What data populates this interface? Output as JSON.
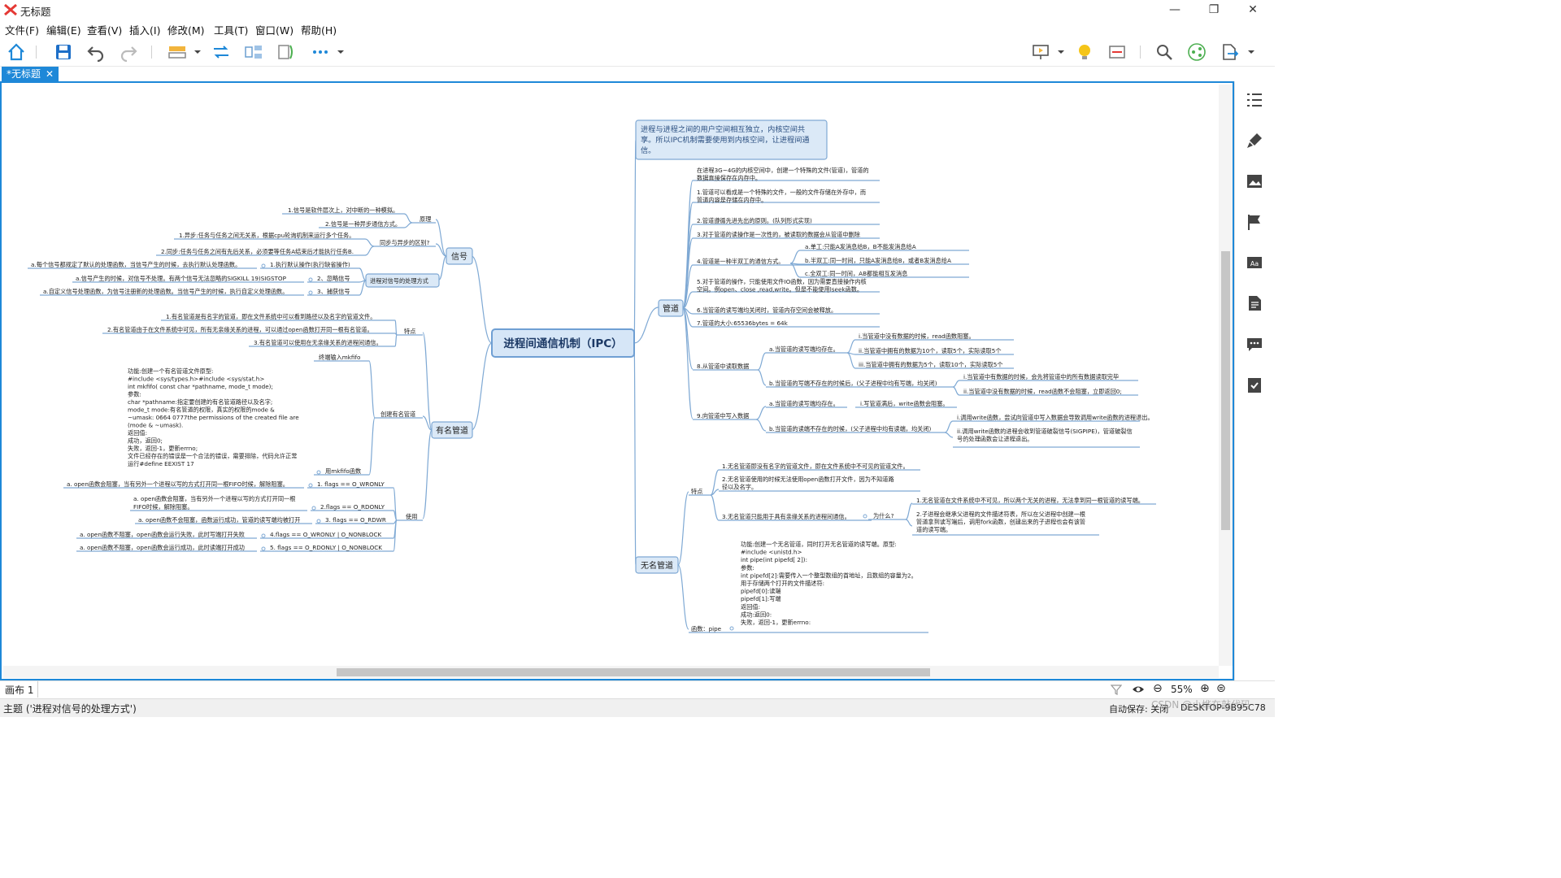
{
  "window": {
    "title": "无标题",
    "minimize": "—",
    "maximize": "❐",
    "close": "✕"
  },
  "menu": [
    "文件(F)",
    "编辑(E)",
    "查看(V)",
    "插入(I)",
    "修改(M)",
    "工具(T)",
    "窗口(W)",
    "帮助(H)"
  ],
  "tab": {
    "label": "*无标题",
    "close": "✕"
  },
  "colors": {
    "accent": "#1e88d8",
    "node_fill": "#dbe9f7",
    "node_border": "#7fa9d4",
    "line": "#7fa9d4",
    "text": "#222222"
  },
  "mindmap": {
    "root": "进程间通信机制（IPC）",
    "note": [
      "进程与进程之间的用户空间相互独立，内核空间共",
      "享。所以IPC机制需要使用到内核空间，让进程间通",
      "信。"
    ],
    "signal": {
      "label": "信号",
      "principle_label": "原理",
      "principle": [
        "1.信号是软件层次上，对中断的一种模拟。",
        "2.信号是一种异步通信方式。"
      ],
      "sync_label": "同步与异步的区别?",
      "sync": [
        "1.异步:任务与任务之间无关系，根据cpu轮询机制来运行多个任务。",
        "2.同步:任务与任务之间有先后关系，必须要等任务A结束后才能执行任务B."
      ],
      "handling_label": "进程对信号的处理方式",
      "handling": [
        {
          "item": "1.执行默认操作(执行缺省操作)",
          "desc": "a.每个信号都规定了默认的处理函数，当信号产生的时候，去执行默认处理函数。"
        },
        {
          "item": "2、忽略信号",
          "desc": "a.信号产生的时候，对信号不处理。有两个信号无法忽略的SIGKILL 19)SIGSTOP"
        },
        {
          "item": "3、捕获信号",
          "desc": "a.自定义信号处理函数，为信号注册新的处理函数。当信号产生的时候，执行自定义处理函数。"
        }
      ]
    },
    "named_pipe": {
      "label": "有名管道",
      "features_label": "特点",
      "features": [
        "1.有名管道是有名字的管道，即在文件系统中可以看到路径以及名字的管道文件。",
        "2.有名管道由于在文件系统中可见，所有无亲缘关系的进程，可以通过open函数打开同一根有名管道。",
        "3.有名管道可以使用在无亲缘关系的进程间通信。"
      ],
      "create_label": "创建有名管道",
      "terminal": "终端输入mkfifo",
      "mkfifo_label": "用mkfifo函数",
      "mkfifo_desc": [
        "功能:创建一个有名管道文件原型:",
        "#include <sys/types.h>#include <sys/stat.h>",
        "int mkfifo( const char *pathname, mode_t mode);",
        "参数:",
        "char *pathname:指定要创建的有名管道路径以及名字;",
        "mode_t mode:有名管道的权限，真实的权限的mode &",
        "~umask: 0664 0777the permissions of the created file are",
        "(mode & ~umask).",
        "返回值:",
        "成功，返回0;",
        "失败，返回-1，更新errno;",
        "文件已经存在的错误是一个合法的错误，需要排除，代码允许正常",
        "运行#define EEXIST    17"
      ],
      "use_label": "使用",
      "use": [
        {
          "flag": "1. flags == O_WRONLY",
          "desc": "a. open函数会阻塞，当有另外一个进程以写的方式打开同一根FIFO时候，解除阻塞。"
        },
        {
          "flag": "2.flags == O_RDONLY",
          "desc": "a. open函数会阻塞，当有另外一个进程以写的方式打开同一根",
          "desc2": "FIFO时候，解除阻塞。"
        },
        {
          "flag": "3. flags == O_RDWR",
          "desc": "a. open函数不会阻塞，函数运行成功，管道的读写端均被打开"
        },
        {
          "flag": "4.flags == O_WRONLY | O_NONBLOCK",
          "desc": "a. open函数不阻塞，open函数会运行失败，此时写端打开失败"
        },
        {
          "flag": "5. flags == O_RDONLY | O_NONBLOCK",
          "desc": "a. open函数不阻塞，open函数会运行成功，此时读端打开成功"
        }
      ]
    },
    "pipe": {
      "label": "管道",
      "items": [
        [
          "在进程3G~4G的内核空间中，创建一个特殊的文件(管道)，管道的",
          "数据直接保存在内存中。"
        ],
        [
          "1.管道可以看成是一个特殊的文件，一般的文件存储在外存中，而",
          "管道内容是存储在内存中。"
        ],
        [
          "2.管道遵循先进先出的原则。(队列形式实现)"
        ],
        [
          "3.对于管道的读操作是一次性的，被读取的数据会从管道中删除"
        ],
        [
          "4.管道是一种半双工的通信方式。"
        ],
        [
          "5.对于管道的操作，只能使用文件IO函数，因为需要直接操作内核",
          "空间。例open、close ,read,write。但是不能使用lseek函数。"
        ],
        [
          "6.当管道的读写端均关闭时，管道内存空间会被释放。"
        ],
        [
          "7.管道的大小:65536bytes = 64k"
        ]
      ],
      "duplex": [
        "a.单工:只能A发消息给B，B不能发消息给A",
        "b.半双工:同一时间，只能A发消息给B，或者B发消息给A",
        "c.全双工:同一时间，AB都能相互发消息"
      ],
      "read_label": "8.从管道中读取数据",
      "read_a": "a.当管道的读写端均存在。",
      "read_a_items": [
        "i.当管道中没有数据的时候，read函数阻塞。",
        "ii.当管道中拥有的数据为10个，读取5个，实际读取5个",
        "iii.当管道中拥有的数据为5个，读取10个，实际读取5个"
      ],
      "read_b": "b.当管道的写端不存在的时候后，(父子进程中均有写端，均关闭)",
      "read_b_items": [
        "i.当管道中有数据的时候，会先将管道中的所有数据读取完毕",
        "ii.当管道中没有数据的时候，read函数不会阻塞，立即返回0;"
      ],
      "write_label": "9.向管道中写入数据",
      "write_a": "a.当管道的读写端均存在。",
      "write_a_item": "i.写管道满后，write函数会阻塞。",
      "write_b": "b.当管道的读端不存在的时候，(父子进程中均有读端，均关闭)",
      "write_b_items": [
        "i.调用write函数，尝试向管道中写入数据会导致调用write函数的进程退出。",
        "ii.调用write函数的进程会收到管道破裂信号(SIGPIPE)，管道破裂信",
        "号的处理函数会让进程退出。"
      ]
    },
    "anon_pipe": {
      "label": "无名管道",
      "features_label": "特点",
      "features": [
        [
          "1.无名管道即没有名字的管道文件，即在文件系统中不可见的管道文件。"
        ],
        [
          "2.无名管道使用的时候无法使用open函数打开文件，因为不知道路",
          "径以及名字。"
        ],
        [
          "3.无名管道只能用于具有亲缘关系的进程间通信。"
        ]
      ],
      "why_label": "为什么?",
      "why": [
        [
          "1.无名管道在文件系统中不可见，所以两个无关的进程，无法拿到同一根管道的读写端。"
        ],
        [
          "2.子进程会继承父进程的文件描述符表，所以在父进程中创建一根",
          "管道拿到读写端后，调用fork函数，创建出来的子进程也会有该管",
          "道的读写端。"
        ]
      ],
      "func_label": "函数：pipe",
      "func_desc": [
        "功能:创建一个无名管道，同时打开无名管道的读写端。原型:",
        "#include <unistd.h>",
        "int pipe(int pipefd[ 2]):",
        "参数:",
        "int pipefd[2]:需要传入一个整型数组的首地址，且数组的容量为2。",
        "用于存储两个打开的文件描述符:",
        "pipefd[0]:读端",
        "pipefd[1]:写端",
        "返回值:",
        "成功:返回0:",
        "失败，返回-1，更新errno:"
      ]
    }
  },
  "statusbar": {
    "sheet": "画布 1",
    "zoom": "55%",
    "topic": "主题 ('进程对信号的处理方式')",
    "autosave": "自动保存: 关闭",
    "machine": "DESKTOP-9B95C78",
    "watermark": "CSDN @小烨在敲代码"
  }
}
